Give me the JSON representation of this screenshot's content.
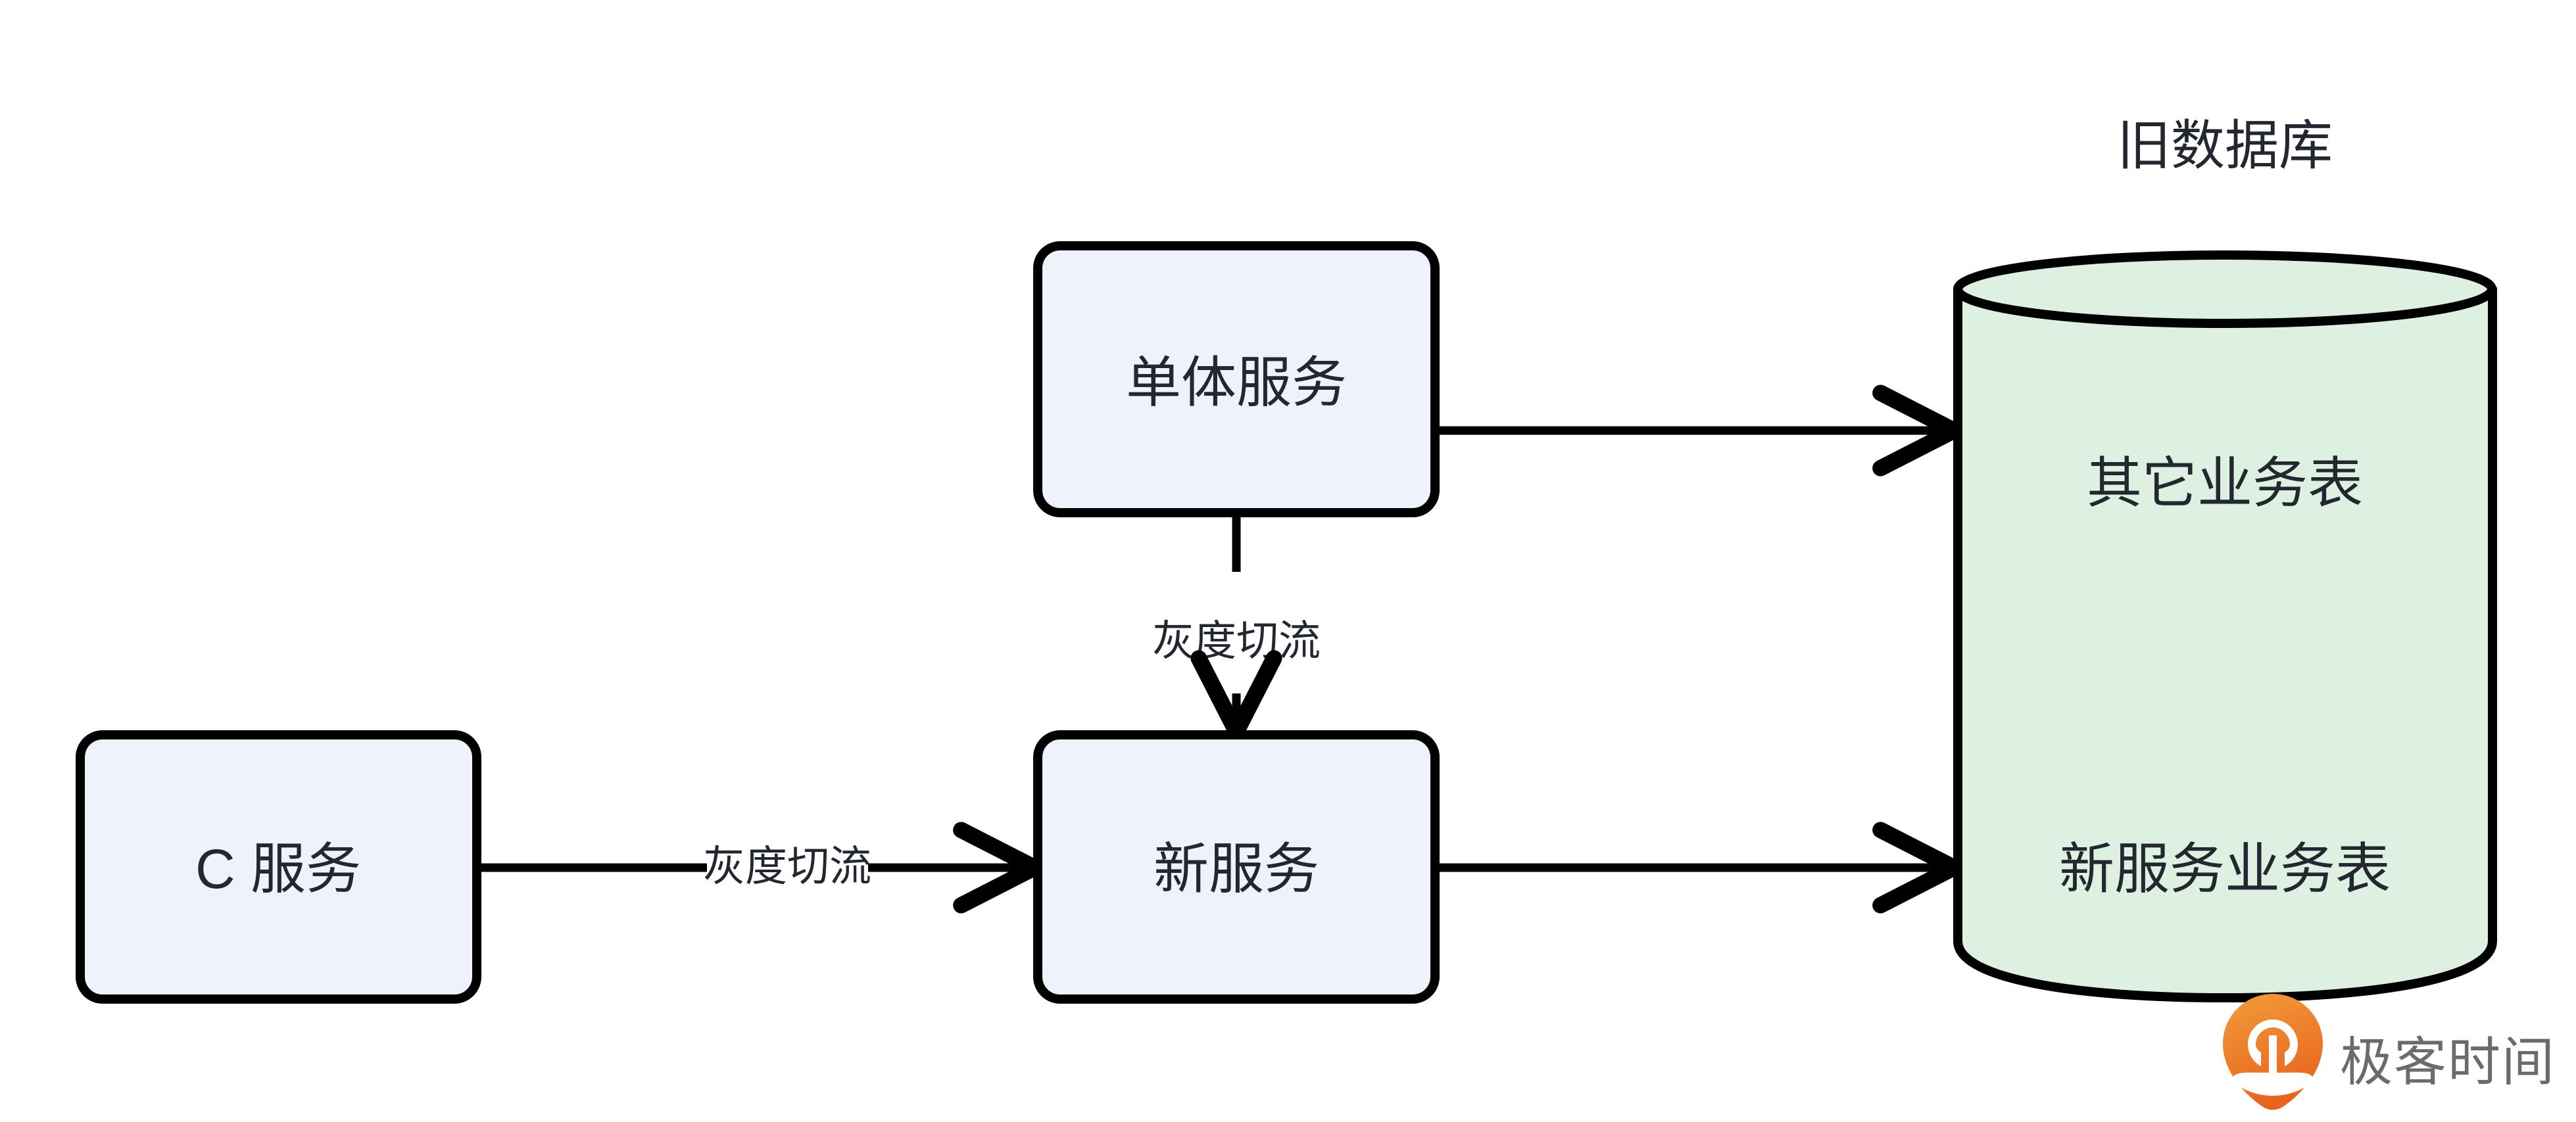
{
  "diagram": {
    "title_note": "",
    "background_color": "#ffffff",
    "node_fill": "#eef2fb",
    "node_stroke": "#000000",
    "db_fill": "#ddf0e1",
    "db_stroke": "#000000",
    "text_color": "#232830",
    "nodes": [
      {
        "id": "c-service",
        "label": "C 服务",
        "shape": "rounded-rect"
      },
      {
        "id": "monolith-service",
        "label": "单体服务",
        "shape": "rounded-rect"
      },
      {
        "id": "new-service",
        "label": "新服务",
        "shape": "rounded-rect"
      }
    ],
    "database": {
      "id": "old-database",
      "title": "旧数据库",
      "shape": "cylinder",
      "tables": [
        {
          "id": "other-tables",
          "label": "其它业务表"
        },
        {
          "id": "new-service-table",
          "label": "新服务业务表"
        }
      ]
    },
    "edges": [
      {
        "id": "edge-c-to-new",
        "from": "c-service",
        "to": "new-service",
        "label": "灰度切流",
        "direction": "horizontal"
      },
      {
        "id": "edge-monolith-to-new",
        "from": "monolith-service",
        "to": "new-service",
        "label": "灰度切流",
        "direction": "vertical"
      },
      {
        "id": "edge-monolith-to-db",
        "from": "monolith-service",
        "to": "other-tables",
        "label": "",
        "direction": "horizontal"
      },
      {
        "id": "edge-new-to-db",
        "from": "new-service",
        "to": "new-service-table",
        "label": "",
        "direction": "horizontal"
      }
    ]
  },
  "brand": {
    "name": "极客时间",
    "logo_icon": "geektime-pin-icon",
    "logo_color_start": "#f08c28",
    "logo_color_end": "#e8641e",
    "text_color": "#6b6b6b"
  }
}
